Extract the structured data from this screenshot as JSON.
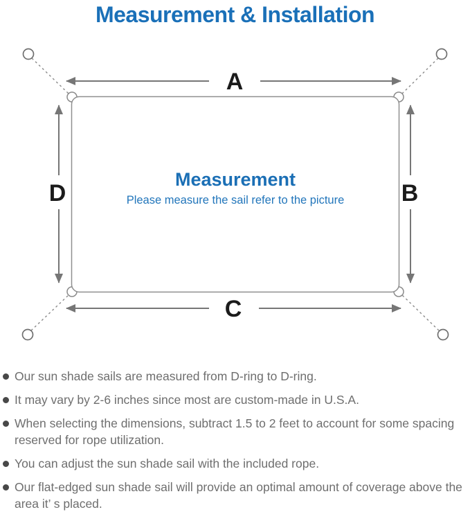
{
  "title": "Measurement & Installation",
  "diagram": {
    "center_title": "Measurement",
    "center_subtitle": "Please measure the sail refer to the picture",
    "dimension_labels": {
      "top": "A",
      "right": "B",
      "bottom": "C",
      "left": "D"
    }
  },
  "notes": [
    "Our sun shade sails are measured from D-ring to D-ring.",
    "It may vary by 2-6 inches since most are custom-made in U.S.A.",
    "When selecting the dimensions, subtract 1.5 to 2 feet to account for some spacing reserved for rope utilization.",
    "You can adjust the sun shade sail with the included rope.",
    "Our flat-edged sun shade sail will provide an optimal amount of coverage above the area it’ s placed."
  ],
  "colors": {
    "title_blue": "#1a70b8",
    "accent_blue": "#1b6fb5",
    "subtitle_blue": "#2276bb",
    "text_gray": "#6e6e6e"
  }
}
